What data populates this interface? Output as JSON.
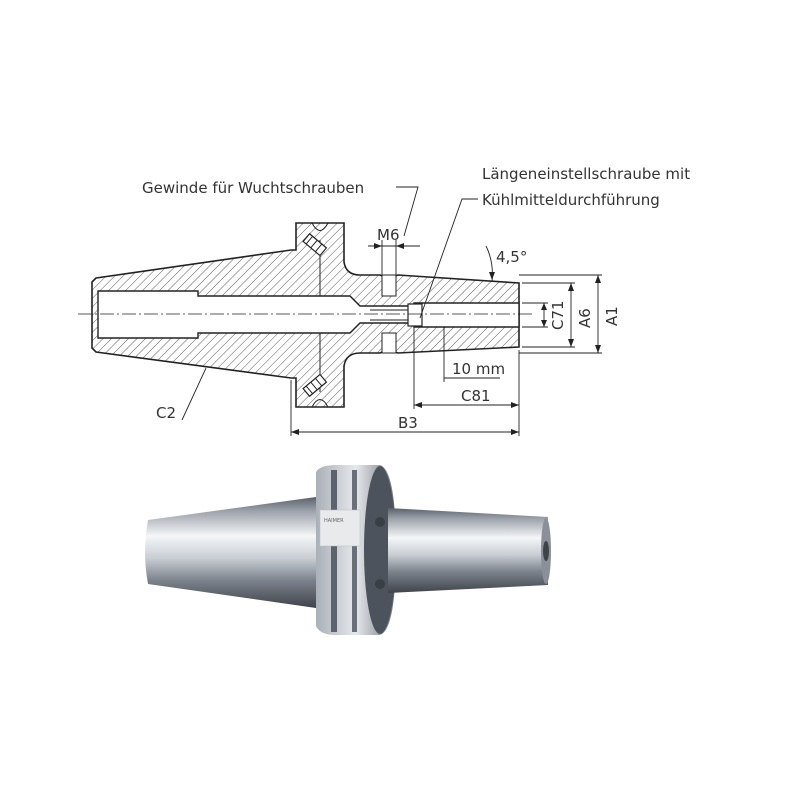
{
  "drawing": {
    "labels": {
      "balancing_thread": "Gewinde für Wuchtschrauben",
      "length_screw_line1": "Längeneinstellschraube mit",
      "length_screw_line2": "Kühlmitteldurchführung",
      "m6": "M6",
      "angle": "4,5°",
      "c71": "C71",
      "a6": "A6",
      "a1": "A1",
      "ten_mm": "10 mm",
      "c81": "C81",
      "b3": "B3",
      "c2": "C2"
    }
  },
  "photo": {
    "engraving": "HAIMER"
  },
  "colors": {
    "line": "#222222",
    "text": "#333333",
    "steel_light": "#f2f4f6",
    "steel_dark": "#4a4f58"
  }
}
